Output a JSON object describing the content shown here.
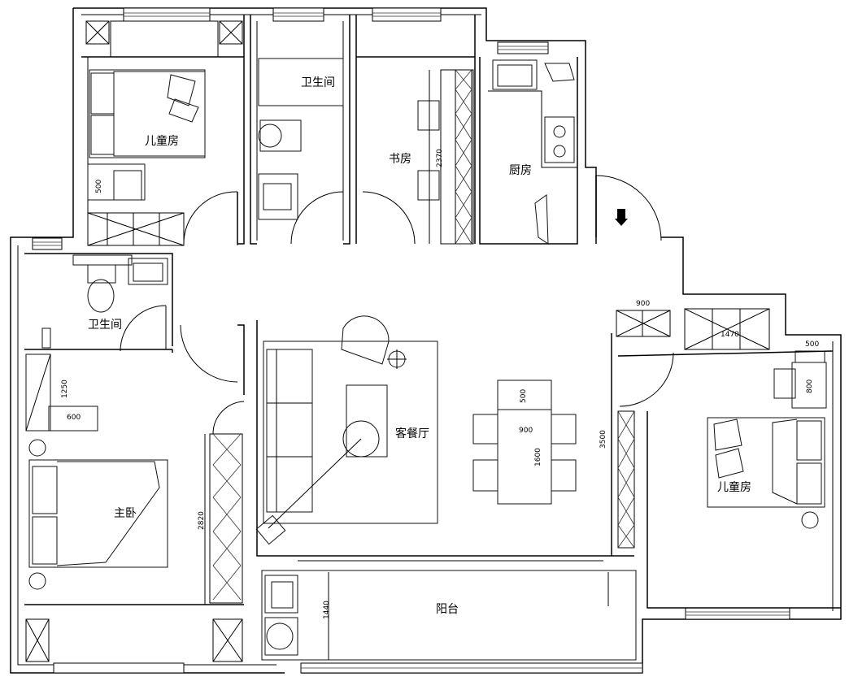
{
  "rooms": {
    "kids_room_nw": "儿童房",
    "bathroom_top": "卫生间",
    "study": "书房",
    "kitchen": "厨房",
    "bathroom_left": "卫生间",
    "living_dining": "客餐厅",
    "master_bedroom": "主卧",
    "kids_room_east": "儿童房",
    "balcony": "阳台"
  },
  "dimensions": {
    "kids_desk_depth": "500",
    "study_cabinet": "2370",
    "master_wardrobe_w": "1250",
    "master_wardrobe_d": "600",
    "master_closet": "2820",
    "table_end": "500",
    "table_w": "900",
    "table_l": "1600",
    "entry_cabinet_w": "900",
    "east_wall": "3500",
    "east_cabinet": "1470",
    "east_desk_w": "500",
    "east_desk_d": "800",
    "balcony_depth": "1440"
  }
}
